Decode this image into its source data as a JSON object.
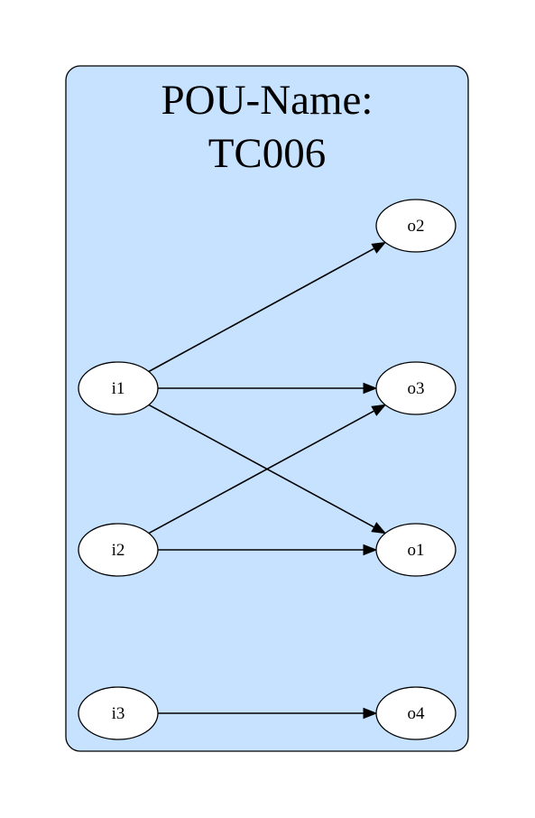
{
  "cluster": {
    "title_line1": "POU-Name:",
    "title_line2": "TC006",
    "fill_color": "#c6e2ff"
  },
  "nodes": [
    {
      "id": "o2",
      "label": "o2"
    },
    {
      "id": "i1",
      "label": "i1"
    },
    {
      "id": "o3",
      "label": "o3"
    },
    {
      "id": "i2",
      "label": "i2"
    },
    {
      "id": "o1",
      "label": "o1"
    },
    {
      "id": "i3",
      "label": "i3"
    },
    {
      "id": "o4",
      "label": "o4"
    }
  ],
  "edges": [
    {
      "from": "i1",
      "to": "o2"
    },
    {
      "from": "i1",
      "to": "o3"
    },
    {
      "from": "i1",
      "to": "o1"
    },
    {
      "from": "i2",
      "to": "o3"
    },
    {
      "from": "i2",
      "to": "o1"
    },
    {
      "from": "i3",
      "to": "o4"
    }
  ]
}
